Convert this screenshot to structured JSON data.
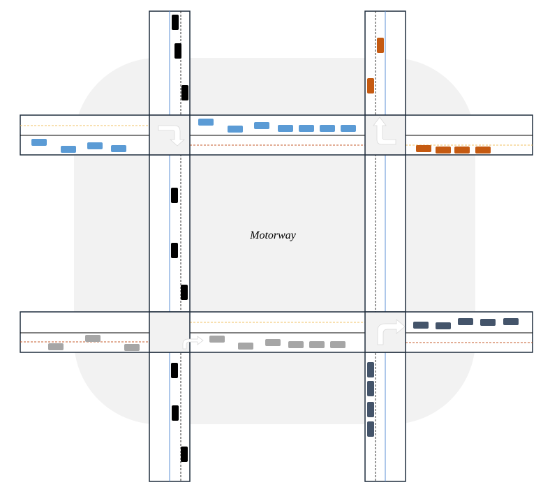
{
  "title": "Motorway",
  "colors": {
    "background": "#ffffff",
    "motorway_area": "#f2f2f2",
    "road_border": "#1f2d3d",
    "road_fill": "#ffffff",
    "intersection_fill": "#f2f2f2",
    "center_line": "#000000",
    "blue_guide": "#5b8fd6",
    "dashed_lane": "#333333",
    "yellow_dashed": "#f0c060",
    "red_dashed": "#c55a2a",
    "vehicle_blue": "#5b9bd5",
    "vehicle_orange": "#c55a11",
    "vehicle_black": "#000000",
    "vehicle_gray": "#a6a6a6",
    "vehicle_navy": "#44546a",
    "arrow_fill": "#ffffff"
  },
  "icons": [
    "turn-right-down-arrow-icon",
    "turn-left-up-arrow-icon",
    "turn-right-small-arrow-icon",
    "turn-right-up-arrow-icon"
  ],
  "vehicle_groups": [
    {
      "name": "blue-cars",
      "color": "vehicle_blue",
      "count": 11
    },
    {
      "name": "orange-cars",
      "color": "vehicle_orange",
      "count": 6
    },
    {
      "name": "black-cars",
      "color": "vehicle_black",
      "count": 9
    },
    {
      "name": "gray-cars",
      "color": "vehicle_gray",
      "count": 9
    },
    {
      "name": "navy-cars",
      "color": "vehicle_navy",
      "count": 9
    }
  ]
}
